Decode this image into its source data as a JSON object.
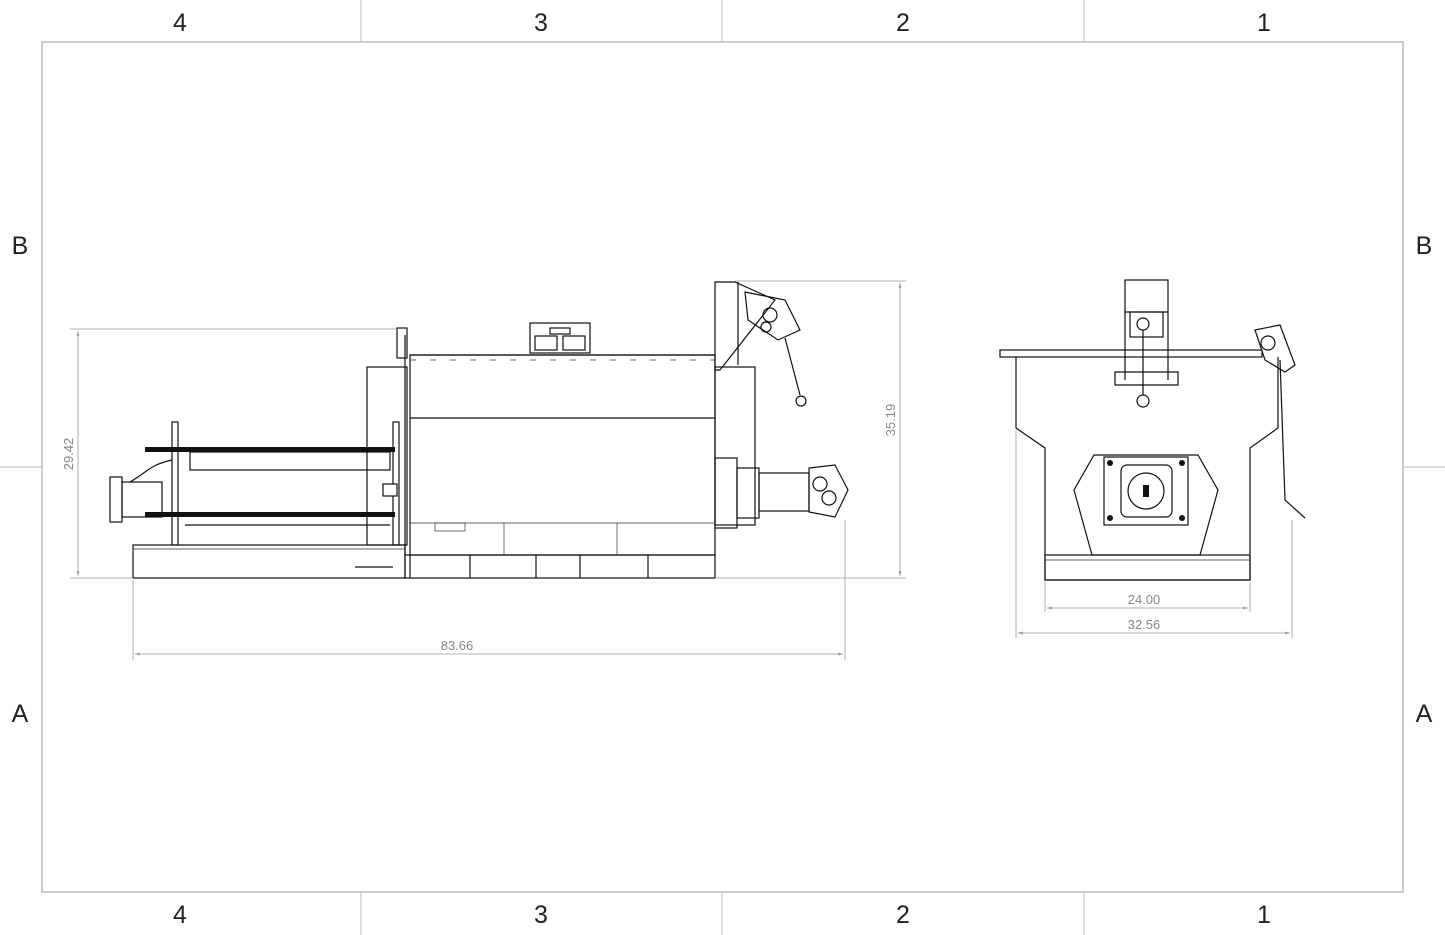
{
  "sheet": {
    "zones_top": [
      "4",
      "3",
      "2",
      "1"
    ],
    "zones_bottom": [
      "4",
      "3",
      "2",
      "1"
    ],
    "zones_left": [
      "B",
      "A"
    ],
    "zones_right": [
      "B",
      "A"
    ]
  },
  "side_view": {
    "dim_height_overall": "29.42",
    "dim_height_valve": "35.19",
    "dim_length": "83.66"
  },
  "front_view": {
    "dim_base_width": "24.00",
    "dim_overall_width": "32.56"
  },
  "colors": {
    "line": "#111111",
    "dimension": "#888888",
    "border": "#999999"
  }
}
